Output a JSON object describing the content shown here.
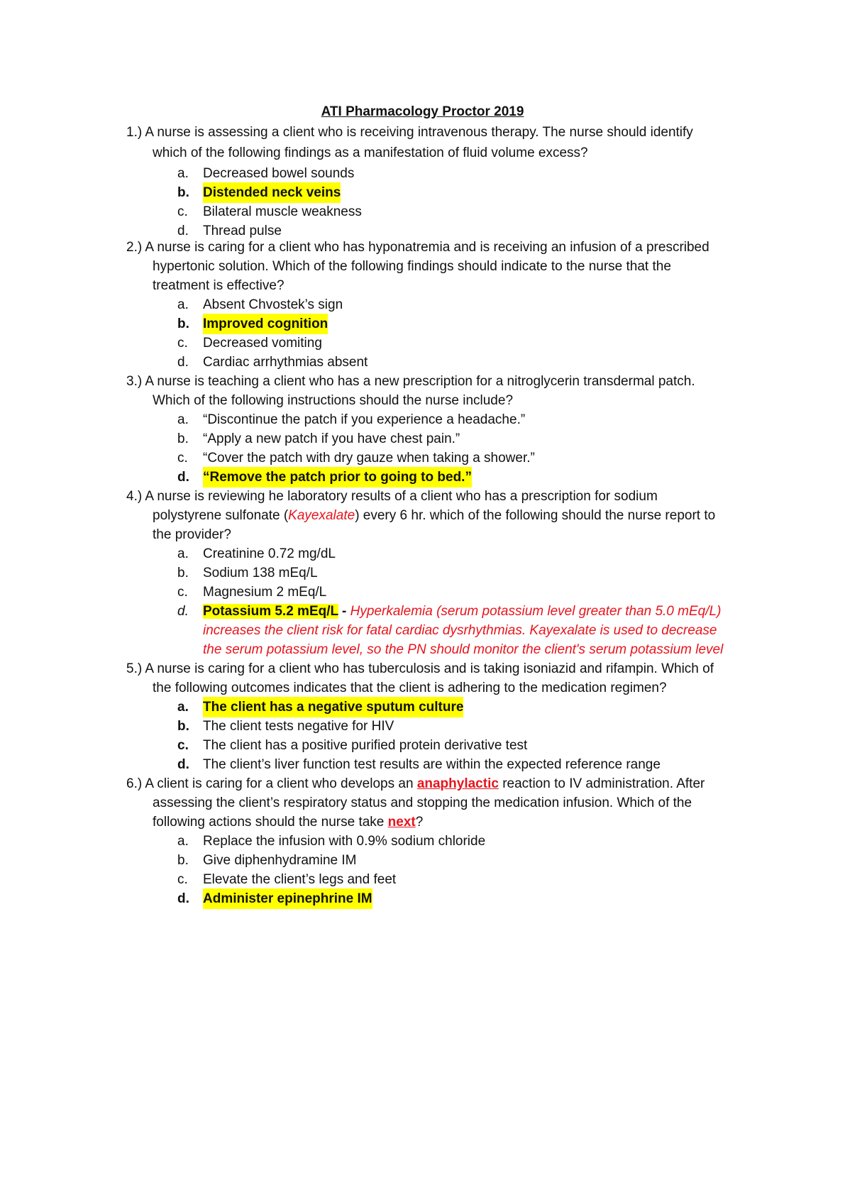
{
  "title": "ATI Pharmacology Proctor 2019",
  "colors": {
    "highlight": "#ffff00",
    "note_red": "#e8141c",
    "text": "#111111"
  },
  "questions": [
    {
      "number": "1.)",
      "stem": [
        "A nurse is assessing a client who is receiving intravenous therapy. The nurse should identify",
        "which of the following findings as a manifestation of fluid volume excess?"
      ],
      "options": [
        {
          "letter": "a.",
          "text": "Decreased bowel sounds"
        },
        {
          "letter": "b.",
          "text": "Distended neck veins"
        },
        {
          "letter": "c.",
          "text": "Bilateral muscle weakness"
        },
        {
          "letter": "d.",
          "text": "Thread pulse"
        }
      ]
    },
    {
      "number": "2.)",
      "stem": [
        "A nurse is caring for a client who has hyponatremia and is receiving an infusion of a prescribed",
        "hypertonic solution. Which of the following findings should indicate to the nurse that the",
        "treatment is effective?"
      ],
      "options": [
        {
          "letter": "a.",
          "text": "Absent Chvostek’s sign"
        },
        {
          "letter": "b.",
          "text": "Improved cognition"
        },
        {
          "letter": "c.",
          "text": "Decreased vomiting"
        },
        {
          "letter": "d.",
          "text": "Cardiac arrhythmias absent"
        }
      ]
    },
    {
      "number": "3.)",
      "stem": [
        "A nurse is teaching a client who has a new prescription for a nitroglycerin transdermal patch.",
        "Which of the following instructions should the nurse include?"
      ],
      "options": [
        {
          "letter": "a.",
          "text": "“Discontinue the patch if you experience a headache.”"
        },
        {
          "letter": "b.",
          "text": "“Apply a new patch if you have chest pain.”"
        },
        {
          "letter": "c.",
          "text": "“Cover the patch with dry gauze when taking a shower.”"
        },
        {
          "letter": "d.",
          "text": "“Remove the patch prior to going to bed.”"
        }
      ]
    },
    {
      "number": "4.)",
      "stem_first": "A nurse is reviewing he laboratory results of a client who has a prescription for sodium",
      "stem_second_pre": "polystyrene sulfonate (",
      "stem_second_drug": "Kayexalate",
      "stem_second_post": ") every 6 hr. which of the following should the nurse report to",
      "stem_third": "the provider?",
      "options": [
        {
          "letter": "a.",
          "text": "Creatinine 0.72 mg/dL"
        },
        {
          "letter": "b.",
          "text": "Sodium 138 mEq/L"
        },
        {
          "letter": "c.",
          "text": "Magnesium 2 mEq/L"
        },
        {
          "letter": "d.",
          "text": "Potassium 5.2 mEq/L"
        }
      ],
      "dash": " - ",
      "rationale": [
        "Hyperkalemia (serum potassium level greater than 5.0 mEq/L)",
        "increases the client risk for fatal cardiac dysrhythmias. Kayexalate is used to decrease",
        "the serum potassium level, so the PN should monitor the client's serum potassium level"
      ]
    },
    {
      "number": "5.)",
      "stem": [
        "A nurse is caring for a client who has tuberculosis and is taking isoniazid and rifampin. Which of",
        "the following outcomes indicates that the client is adhering to the medication regimen?"
      ],
      "options": [
        {
          "letter": "a.",
          "text": "The client has a negative sputum culture"
        },
        {
          "letter": "b.",
          "text": "The client tests negative for HIV"
        },
        {
          "letter": "c.",
          "text": "The client has a positive purified protein derivative test"
        },
        {
          "letter": "d.",
          "text": "The client’s liver function test results are within the expected reference range"
        }
      ]
    },
    {
      "number": "6.)",
      "stem_first_pre": "A client is caring for a client who develops an ",
      "stem_first_key": "anaphylactic",
      "stem_first_post": " reaction to IV administration. After",
      "stem_second": "assessing the client’s respiratory status and stopping the medication infusion. Which of the",
      "stem_third_pre": "following actions should the nurse take ",
      "stem_third_key": "next",
      "stem_third_post": "?",
      "options": [
        {
          "letter": "a.",
          "text": "Replace the infusion with 0.9% sodium chloride"
        },
        {
          "letter": "b.",
          "text": "Give diphenhydramine IM"
        },
        {
          "letter": "c.",
          "text": "Elevate the client’s legs and feet"
        },
        {
          "letter": "d.",
          "text": "Administer epinephrine IM"
        }
      ]
    }
  ]
}
